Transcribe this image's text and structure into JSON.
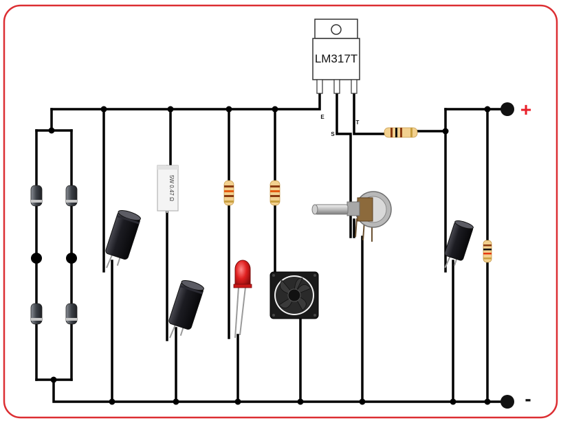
{
  "regulator": {
    "part": "LM317T",
    "pins": [
      "E",
      "S",
      "T"
    ]
  },
  "terminals": {
    "positive": "+",
    "negative": "-"
  },
  "power_resistor": {
    "marking": "5W 0.47 Ω"
  },
  "colors": {
    "frame": "#dc2e32",
    "wire": "#000000",
    "positive_sign": "#e8202a",
    "led": "#e02020",
    "resistor_body": "#f2d08f",
    "capacitor_body": "#1a1a1e"
  }
}
